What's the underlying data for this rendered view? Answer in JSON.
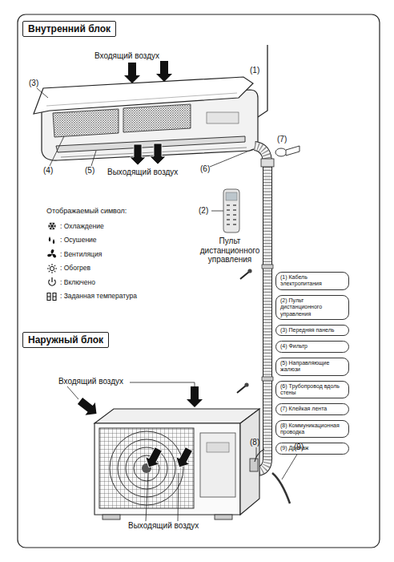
{
  "diagram": {
    "nodes": [
      {
        "text": [
          "Внутренний блок"
        ]
      },
      {
        "text": [
          "(1) Кабель электропитания"
        ]
      },
      {
        "text": [
          "(2) Пульт дистанционного управления"
        ]
      },
      {
        "text": [
          "(3) Передняя панель"
        ]
      },
      {
        "text": [
          "(4) Фильтр"
        ]
      },
      {
        "text": [
          "(5) Направляющие жалюзи"
        ]
      },
      {
        "text": [
          "(6) Трубопровод вдоль стены"
        ]
      },
      {
        "text": [
          "(7) Клейкая лента"
        ]
      },
      {
        "text": [
          "(8) Коммуникационная проводка"
        ]
      },
      {
        "text": [
          "(9) Дренаж"
        ]
      },
      {
        "text": [
          "Наружный блок"
        ]
      }
    ],
    "labels": [
      "Входящий воздух",
      "(1)",
      "(3)",
      "(4)",
      "(5)",
      "Выходящий воздух",
      "(6)",
      "(7)",
      "(2)",
      "Пульт дистанционного управления",
      "Отображаемый символ:",
      "Входящий воздух",
      "(8)",
      "(9)",
      "Выходящий воздух"
    ],
    "legend": [
      {
        "text": ": Охлаждение"
      },
      {
        "text": ": Осушение"
      },
      {
        "text": ": Вентиляция"
      },
      {
        "text": ": Обогрев"
      },
      {
        "text": ": Включено"
      },
      {
        "text": ": Заданная температура"
      }
    ]
  }
}
